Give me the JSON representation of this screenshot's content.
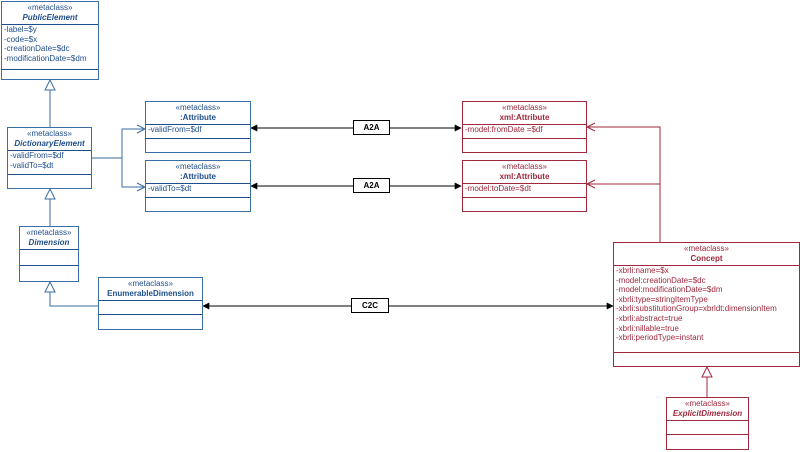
{
  "stereotype": "«metaclass»",
  "classes": {
    "public_element": {
      "name": "PublicElement",
      "attributes": [
        "-label=$y",
        "-code=$x",
        "-creationDate=$dc",
        "-modificationDate=$dm"
      ]
    },
    "dictionary_element": {
      "name": "DictionaryElement",
      "attributes": [
        "-validFrom=$df",
        "-validTo=$dt"
      ]
    },
    "dimension": {
      "name": "Dimension"
    },
    "enumerable_dimension": {
      "name": "EnumerableDimension"
    },
    "attribute_from": {
      "name": ":Attribute",
      "attributes": [
        "-validFrom=$df"
      ]
    },
    "attribute_to": {
      "name": ":Attribute",
      "attributes": [
        "-validTo=$dt"
      ]
    },
    "xml_attribute_from": {
      "name": "xml:Attribute",
      "attributes": [
        "-model:fromDate =$df"
      ]
    },
    "xml_attribute_to": {
      "name": "xml:Attribute",
      "attributes": [
        "-model:toDate=$dt"
      ]
    },
    "concept": {
      "name": "Concept",
      "attributes": [
        "-xbrli:name=$x",
        "-model:creationDate=$dc",
        "-model:modificationDate=$dm",
        "-xbrli:type=stringItemType",
        "-xbrli:substitutionGroup=xbrldt:dimensionItem",
        "-xbrli:abstract=true",
        "-xbrli:nillable=true",
        "-xbrli:periodType=instant"
      ]
    },
    "explicit_dimension": {
      "name": "ExplicitDimension"
    }
  },
  "connectors": {
    "a2a_from": "A2A",
    "a2a_to": "A2A",
    "c2c": "C2C"
  },
  "colors": {
    "blue": "#3a6ea5",
    "red": "#a0283c"
  }
}
